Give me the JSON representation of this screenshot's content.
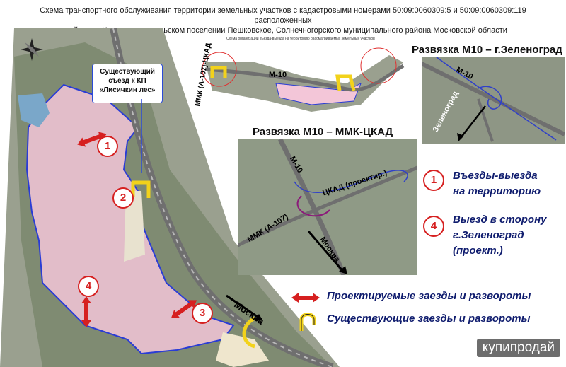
{
  "title": {
    "line1": "Схема транспортного обслуживания территории земельных участков с кадастровыми номерами 50:09:0060309:5 и 50:09:0060309:119 расположенных",
    "line2": "в районе д. Чашниково в сельском поселении Пешковское, Солнечногорского муниципального района Московской области"
  },
  "callout": {
    "line1": "Существующий",
    "line2": "съезд к КП",
    "line3": "«Лисичкин лес»"
  },
  "main_map": {
    "label_moskva": "Москва",
    "markers": [
      "1",
      "2",
      "3",
      "4"
    ]
  },
  "top_overview": {
    "caption": "Схема организации въезда-выезда на территорию рассматриваемых земельных участков",
    "label_mkad": "ММК (А-107)-ЦКАД",
    "label_m10": "М-10"
  },
  "panel_zelenograd": {
    "title": "Развязка  М10 – г.Зеленоград",
    "label_m10": "М-10",
    "label_zelenograd": "Зеленоград"
  },
  "panel_ckad": {
    "title": "Развязка  М10 – ММК-ЦКАД",
    "label_m10": "М-10",
    "label_ckad": "ЦКАД (проектир.)",
    "label_mmk": "ММК (А-107)",
    "label_moskva": "Москва"
  },
  "legend": {
    "badge1": "1",
    "text1_line1": "Въезды-выезда",
    "text1_line2": "на территорию",
    "badge4": "4",
    "text4_line1": "Выезд в сторону",
    "text4_line2": "г.Зеленоград",
    "text4_line3": "(проект.)",
    "proposed": "Проектируемые заезды и развороты",
    "existing": "Существующие заезды и развороты"
  },
  "watermark": "купипродай",
  "colors": {
    "zone_fill": "#f3c6d8",
    "zone_border": "#2a3cd6",
    "road": "#6f6f6f",
    "marker_red": "#d62020",
    "arrow_yellow": "#f2d21b",
    "aerial": "#8d9a84"
  }
}
